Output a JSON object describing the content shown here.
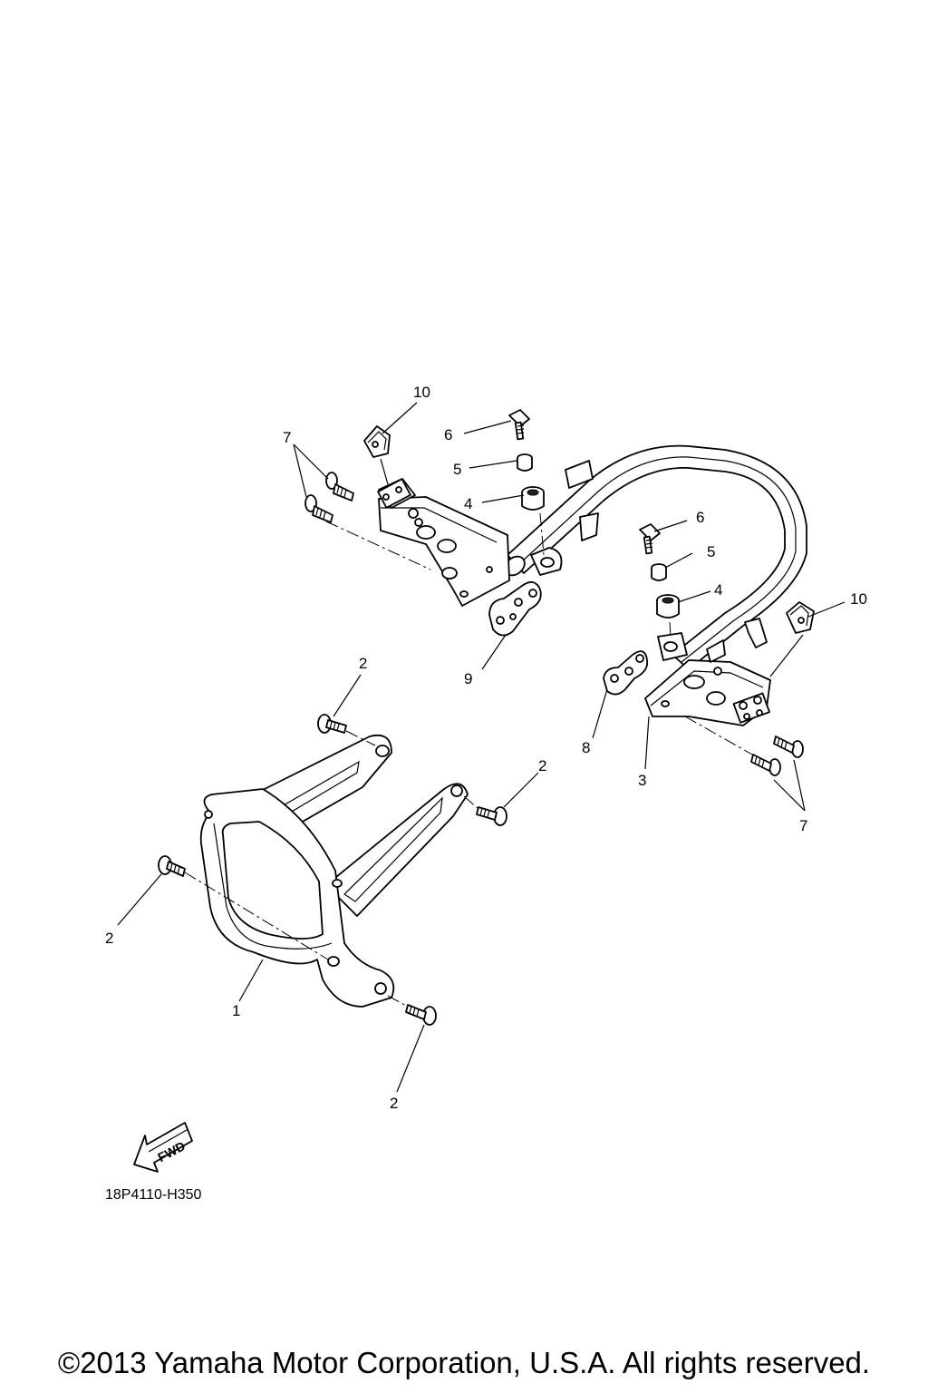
{
  "callouts": {
    "c1": "1",
    "c2a": "2",
    "c2b": "2",
    "c2c": "2",
    "c2d": "2",
    "c3": "3",
    "c4a": "4",
    "c4b": "4",
    "c5a": "5",
    "c5b": "5",
    "c6a": "6",
    "c6b": "6",
    "c7a": "7",
    "c7b": "7",
    "c8": "8",
    "c9": "9",
    "c10a": "10",
    "c10b": "10"
  },
  "fwd_label": "FWD",
  "diagram_code": "18P4110-H350",
  "copyright": "©2013 Yamaha Motor Corporation, U.S.A. All rights reserved."
}
